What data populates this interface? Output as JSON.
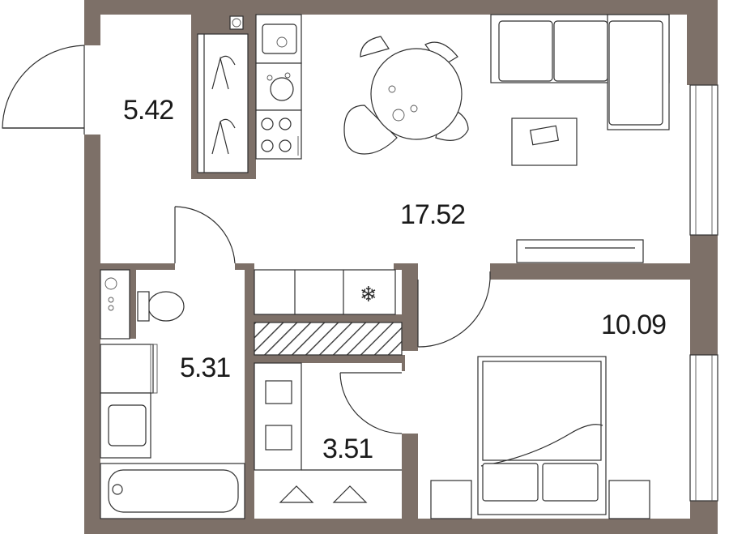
{
  "rooms": {
    "hall": "5.42",
    "living": "17.52",
    "bedroom": "10.09",
    "bathroom": "5.31",
    "wardrobe": "3.51"
  },
  "colors": {
    "wall": "#7d7068",
    "line": "#2f2f2f",
    "background": "#ffffff"
  }
}
